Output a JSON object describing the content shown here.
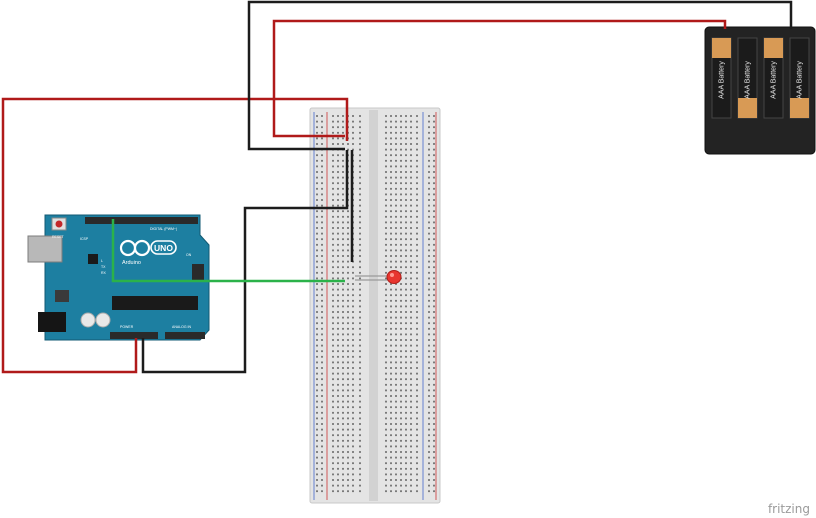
{
  "arduino": {
    "logo": "UNO",
    "brand": "Arduino",
    "reset_label": "RESET",
    "icsp_label": "ICSP",
    "digital_label": "DIGITAL (PWM~)",
    "power_label": "POWER",
    "analog_label": "ANALOG IN",
    "on_label": "ON",
    "tx_label": "TX",
    "rx_label": "RX",
    "l_label": "L"
  },
  "battery": {
    "cell_label": "AAA Battery",
    "cell_count": 4
  },
  "colors": {
    "wire_red": "#b01a1a",
    "wire_black": "#1c1c1c",
    "wire_green": "#2bb24a",
    "arduino_board": "#1d7fa1",
    "breadboard": "#e6e6e6",
    "led": "#e8362f",
    "battery_case": "#232323",
    "battery_cell": "#d89a55"
  },
  "watermark": "fritzing"
}
